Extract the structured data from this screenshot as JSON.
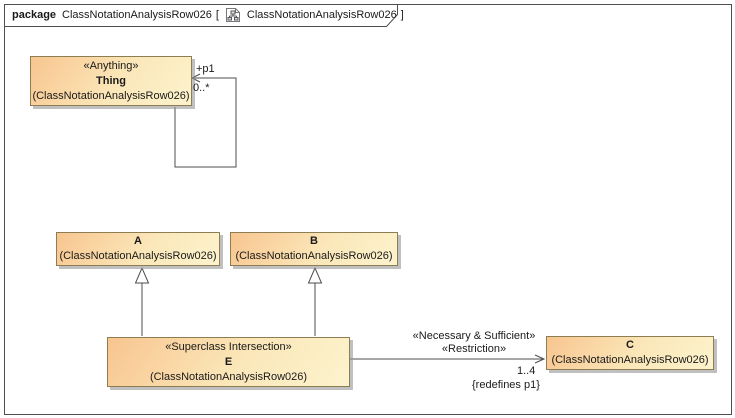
{
  "frame": {
    "tab": {
      "keyword": "package",
      "package_name": "ClassNotationAnalysisRow026",
      "bracket_open": "[",
      "diagram_name": "ClassNotationAnalysisRow026",
      "bracket_close": "]",
      "diagram_icon": "class-diagram-icon"
    }
  },
  "nodes": {
    "thing": {
      "stereotype": "«Anything»",
      "name": "Thing",
      "qualifier": "(ClassNotationAnalysisRow026)"
    },
    "a": {
      "name": "A",
      "qualifier": "(ClassNotationAnalysisRow026)"
    },
    "b": {
      "name": "B",
      "qualifier": "(ClassNotationAnalysisRow026)"
    },
    "e": {
      "stereotype": "«Superclass Intersection»",
      "name": "E",
      "qualifier": "(ClassNotationAnalysisRow026)"
    },
    "c": {
      "name": "C",
      "qualifier": "(ClassNotationAnalysisRow026)"
    }
  },
  "edges": {
    "self_association": {
      "role": "+p1",
      "multiplicity": "0..*"
    },
    "generalization_a": {
      "type": "generalization",
      "from": "E",
      "to": "A"
    },
    "generalization_b": {
      "type": "generalization",
      "from": "E",
      "to": "B"
    },
    "restriction": {
      "stereotype_line1": "«Necessary & Sufficient»",
      "stereotype_line2": "«Restriction»",
      "multiplicity": "1..4",
      "constraint": "{redefines p1}"
    }
  },
  "colors": {
    "box_gradient_start": "#f8c58f",
    "box_gradient_end": "#fcf3cd",
    "box_border": "#8d7d52",
    "edge_line": "#4d4d4d",
    "frame_border": "#4f4f4f",
    "background": "#ffffff"
  }
}
